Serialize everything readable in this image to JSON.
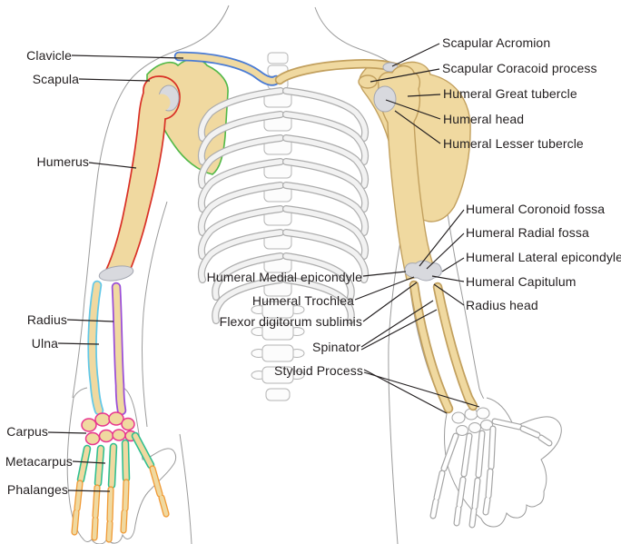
{
  "labels": {
    "left": [
      "Clavicle",
      "Scapula",
      "Humerus",
      "Radius",
      "Ulna",
      "Carpus",
      "Metacarpus",
      "Phalanges"
    ],
    "middle": [
      "Humeral Medial epicondyle",
      "Humeral Trochlea",
      "Flexor digitorum sublimis",
      "Spinator",
      "Styloid Process"
    ],
    "right_upper": [
      "Scapular Acromion",
      "Scapular Coracoid process",
      "Humeral Great tubercle",
      "Humeral head",
      "Humeral Lesser tubercle"
    ],
    "right_mid": [
      "Humeral Coronoid fossa",
      "Humeral Radial fossa",
      "Humeral Lateral epicondyle",
      "Humeral Capitulum",
      "Radius head"
    ]
  },
  "colors": {
    "bone_fill": "#F0D9A0",
    "bone_stroke": "#C2A05E",
    "joint_cartilage": "#D8D9DE",
    "body_outline": "#9B9B9B",
    "label_text": "#231F20",
    "leader_line": "#231F20",
    "clavicle_outline": "#4A7BD4",
    "scapula_outline": "#52B948",
    "humerus_outline": "#D93026",
    "radius_outline": "#9A4ED8",
    "ulna_outline": "#62C8E8",
    "carpus_outline": "#E8368F",
    "metacarpus_outline": "#2FBF8F",
    "phalanges_outline": "#F09A36"
  }
}
